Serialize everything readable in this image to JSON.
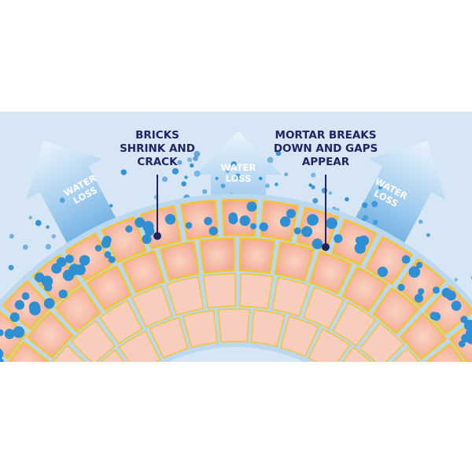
{
  "labels": {
    "bricks": [
      "BRICKS",
      "SHRINK AND",
      "CRACK"
    ],
    "mortar": [
      "MORTAR BREAKS",
      "DOWN AND GAPS",
      "APPEAR"
    ],
    "water_loss": [
      "WATER",
      "LOSS"
    ]
  },
  "colors": {
    "background_panel": "#d6e6f5",
    "brick": "#f4b09a",
    "brick_inner": "#f8cdbd",
    "mortar": "#f7c431",
    "water_dot": "#2f8fd3",
    "label_text": "#1f2463"
  }
}
